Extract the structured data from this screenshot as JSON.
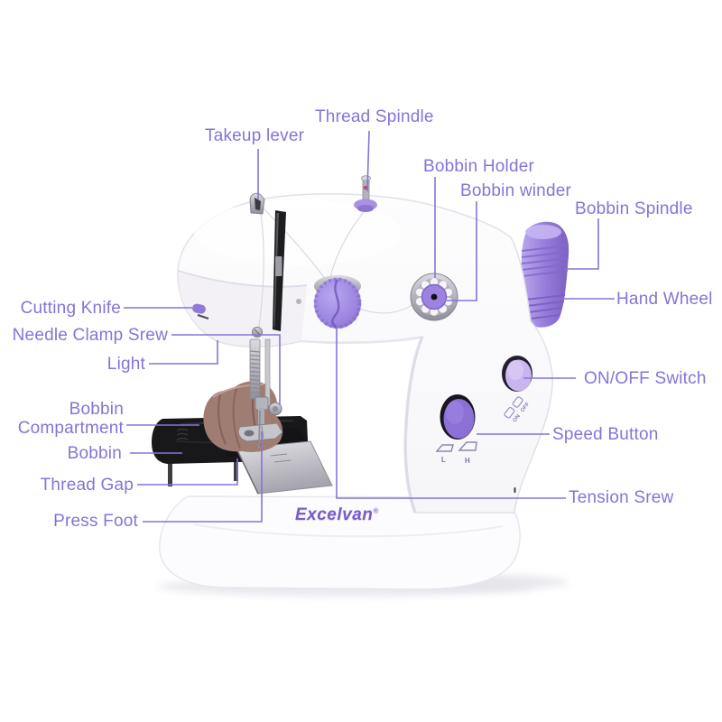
{
  "page": {
    "background": "#ffffff"
  },
  "branding": {
    "logo_text": "Excelvan",
    "logo_mark": "®",
    "logo_color": "#7a5cc8"
  },
  "annotation": {
    "label_color": "#8574d8",
    "line_color": "#8574d8"
  },
  "machine_markings": {
    "speed_low": "L",
    "speed_high": "H",
    "power_on": "ON",
    "power_off": "OFF"
  },
  "palette": {
    "knob_purple": "#9c83e0",
    "wheel_purple": "#9379d8",
    "switch_light_purple": "#c9b6ef",
    "speed_button_purple": "#8b70d6",
    "body_white": "#fbfbfd",
    "compartment_black": "#18181b",
    "fabric_brown": "#a07d73"
  },
  "labels": [
    {
      "id": "takeup-lever",
      "text": "Takeup lever"
    },
    {
      "id": "thread-spindle",
      "text": "Thread Spindle"
    },
    {
      "id": "bobbin-holder",
      "text": "Bobbin Holder"
    },
    {
      "id": "bobbin-winder",
      "text": "Bobbin winder"
    },
    {
      "id": "bobbin-spindle",
      "text": "Bobbin Spindle"
    },
    {
      "id": "hand-wheel",
      "text": "Hand Wheel"
    },
    {
      "id": "cutting-knife",
      "text": "Cutting Knife"
    },
    {
      "id": "needle-clamp-srew",
      "text": "Needle Clamp Srew"
    },
    {
      "id": "light",
      "text": "Light"
    },
    {
      "id": "bobbin-compartment",
      "text": "Bobbin Compartment"
    },
    {
      "id": "bobbin",
      "text": "Bobbin"
    },
    {
      "id": "thread-gap",
      "text": "Thread Gap"
    },
    {
      "id": "press-foot",
      "text": "Press Foot"
    },
    {
      "id": "on-off-switch",
      "text": "ON/OFF Switch"
    },
    {
      "id": "speed-button",
      "text": "Speed Button"
    },
    {
      "id": "tension-srew",
      "text": "Tension Srew"
    }
  ]
}
